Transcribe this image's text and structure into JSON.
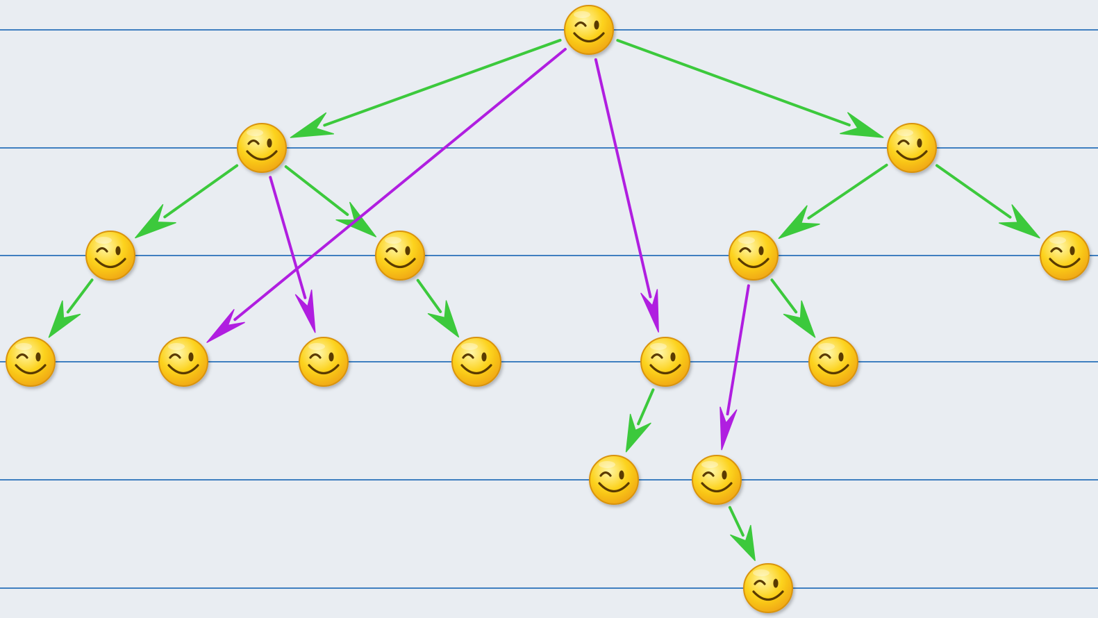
{
  "colors": {
    "background": "#e9edf2",
    "level_line": "#3f7fc0",
    "tree_edge": "#3cc93c",
    "cross_edge": "#b01ee0",
    "face_fill": "#fcd21c",
    "face_fill_light": "#fff6a8",
    "face_rim": "#d9930a",
    "face_feature": "#5a3a05"
  },
  "node_icon": "winking-face-icon",
  "levels": 6,
  "nodes": [
    {
      "id": "root",
      "level": 0
    },
    {
      "id": "n1",
      "level": 1
    },
    {
      "id": "n2",
      "level": 1
    },
    {
      "id": "n3",
      "level": 2
    },
    {
      "id": "n4",
      "level": 2
    },
    {
      "id": "n5",
      "level": 2
    },
    {
      "id": "n6",
      "level": 2
    },
    {
      "id": "n7",
      "level": 3
    },
    {
      "id": "n8",
      "level": 3
    },
    {
      "id": "n9",
      "level": 3
    },
    {
      "id": "n10",
      "level": 3
    },
    {
      "id": "n11",
      "level": 3
    },
    {
      "id": "n12",
      "level": 3
    },
    {
      "id": "n13",
      "level": 4
    },
    {
      "id": "n14",
      "level": 4
    },
    {
      "id": "n15",
      "level": 5
    }
  ],
  "tree_edges": [
    {
      "from": "root",
      "to": "n1"
    },
    {
      "from": "root",
      "to": "n2"
    },
    {
      "from": "n1",
      "to": "n3"
    },
    {
      "from": "n1",
      "to": "n4"
    },
    {
      "from": "n2",
      "to": "n5"
    },
    {
      "from": "n2",
      "to": "n6"
    },
    {
      "from": "n3",
      "to": "n7"
    },
    {
      "from": "n4",
      "to": "n10"
    },
    {
      "from": "n5",
      "to": "n12"
    },
    {
      "from": "n11",
      "to": "n13"
    },
    {
      "from": "n14",
      "to": "n15"
    }
  ],
  "cross_edges": [
    {
      "from": "root",
      "to": "n8"
    },
    {
      "from": "n1",
      "to": "n9"
    },
    {
      "from": "root",
      "to": "n11"
    },
    {
      "from": "n5",
      "to": "n14"
    }
  ]
}
